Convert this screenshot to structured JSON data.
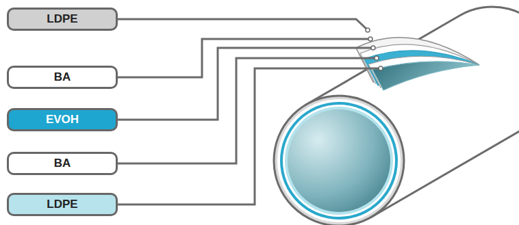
{
  "diagram": {
    "nodes": [
      {
        "text": [
          "LDPE"
        ]
      },
      {
        "text": [
          "BA"
        ]
      },
      {
        "text": [
          "EVOH"
        ]
      },
      {
        "text": [
          "BA"
        ]
      },
      {
        "text": [
          "LDPE"
        ]
      }
    ]
  }
}
